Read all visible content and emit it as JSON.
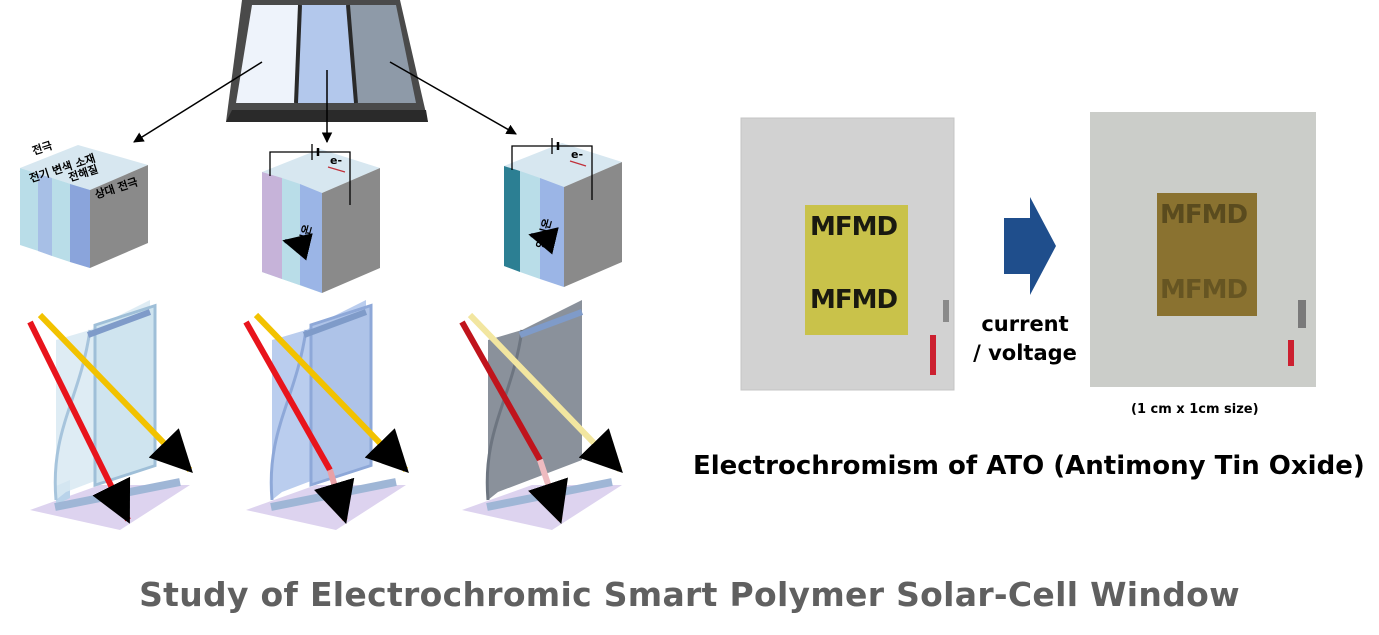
{
  "title": "Study of Electrochromic Smart Polymer Solar-Cell Window",
  "layer_labels": {
    "electrode": "전극",
    "ec_material": "전기 변색 소재",
    "electrolyte": "전해질",
    "counter_electrode": "상대 전극"
  },
  "cube_labels": {
    "electron": "e-",
    "cation": "양이온"
  },
  "sample": {
    "text_top": "MFMD",
    "text_bottom": "MFMD",
    "arrow_label_line1": "current",
    "arrow_label_line2": "/ voltage",
    "size_note": "(1 cm x 1cm size)",
    "caption": "Electrochromism of ATO (Antimony Tin Oxide)"
  },
  "colors": {
    "state_clear": "#eef3fb",
    "state_blue": "#b3c8ec",
    "state_dark": "#8e9aa8",
    "arrow_blue": "#1f4e8c",
    "ray_red": "#e8141c",
    "ray_yellow": "#f2c200",
    "title_gray": "#606060"
  }
}
